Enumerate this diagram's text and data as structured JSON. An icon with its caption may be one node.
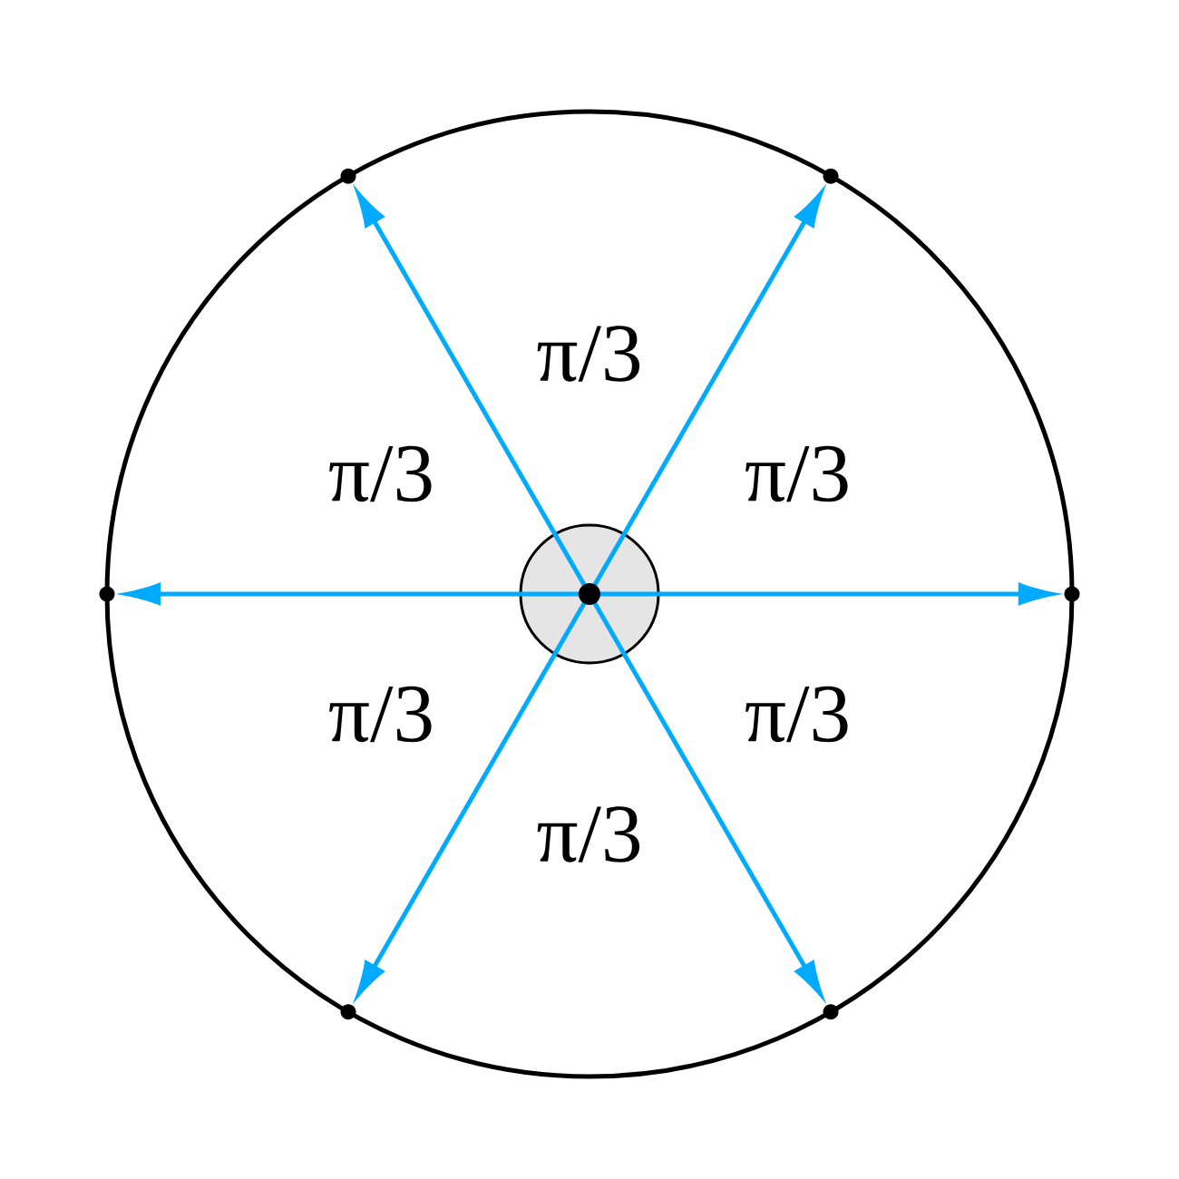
{
  "diagram": {
    "nodes": [
      {
        "text": [],
        "shape": "circle"
      },
      {
        "text": [],
        "shape": "circle"
      },
      {
        "text": [],
        "shape": "circle"
      },
      {
        "text": [],
        "shape": "circle"
      },
      {
        "text": [],
        "shape": "circle"
      },
      {
        "text": [],
        "shape": "circle"
      },
      {
        "text": [],
        "shape": "circle"
      }
    ],
    "edges": [
      {
        "from": 0,
        "to": 1,
        "arrow": "to"
      },
      {
        "from": 0,
        "to": 2,
        "arrow": "to"
      },
      {
        "from": 0,
        "to": 3,
        "arrow": "to"
      },
      {
        "from": 0,
        "to": 4,
        "arrow": "to"
      },
      {
        "from": 0,
        "to": 5,
        "arrow": "to"
      },
      {
        "from": 0,
        "to": 6,
        "arrow": "to"
      }
    ],
    "labels": [
      "π/3",
      "π/3",
      "π/3",
      "π/3",
      "π/3",
      "π/3"
    ]
  }
}
